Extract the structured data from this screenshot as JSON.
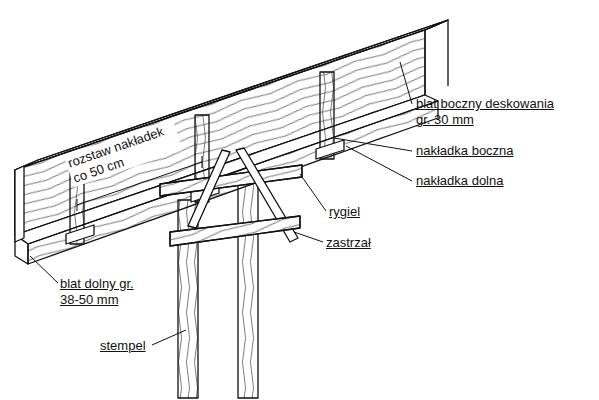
{
  "diagram": {
    "labels": [
      "rozstaw nakładek co 50 cm",
      "blat boczny deskowania gr. 30 mm",
      "nakładka boczna",
      "nakładka dolna",
      "rygiel",
      "zastrzał",
      "blat dolny gr. 38-50 mm",
      "stempel"
    ]
  }
}
